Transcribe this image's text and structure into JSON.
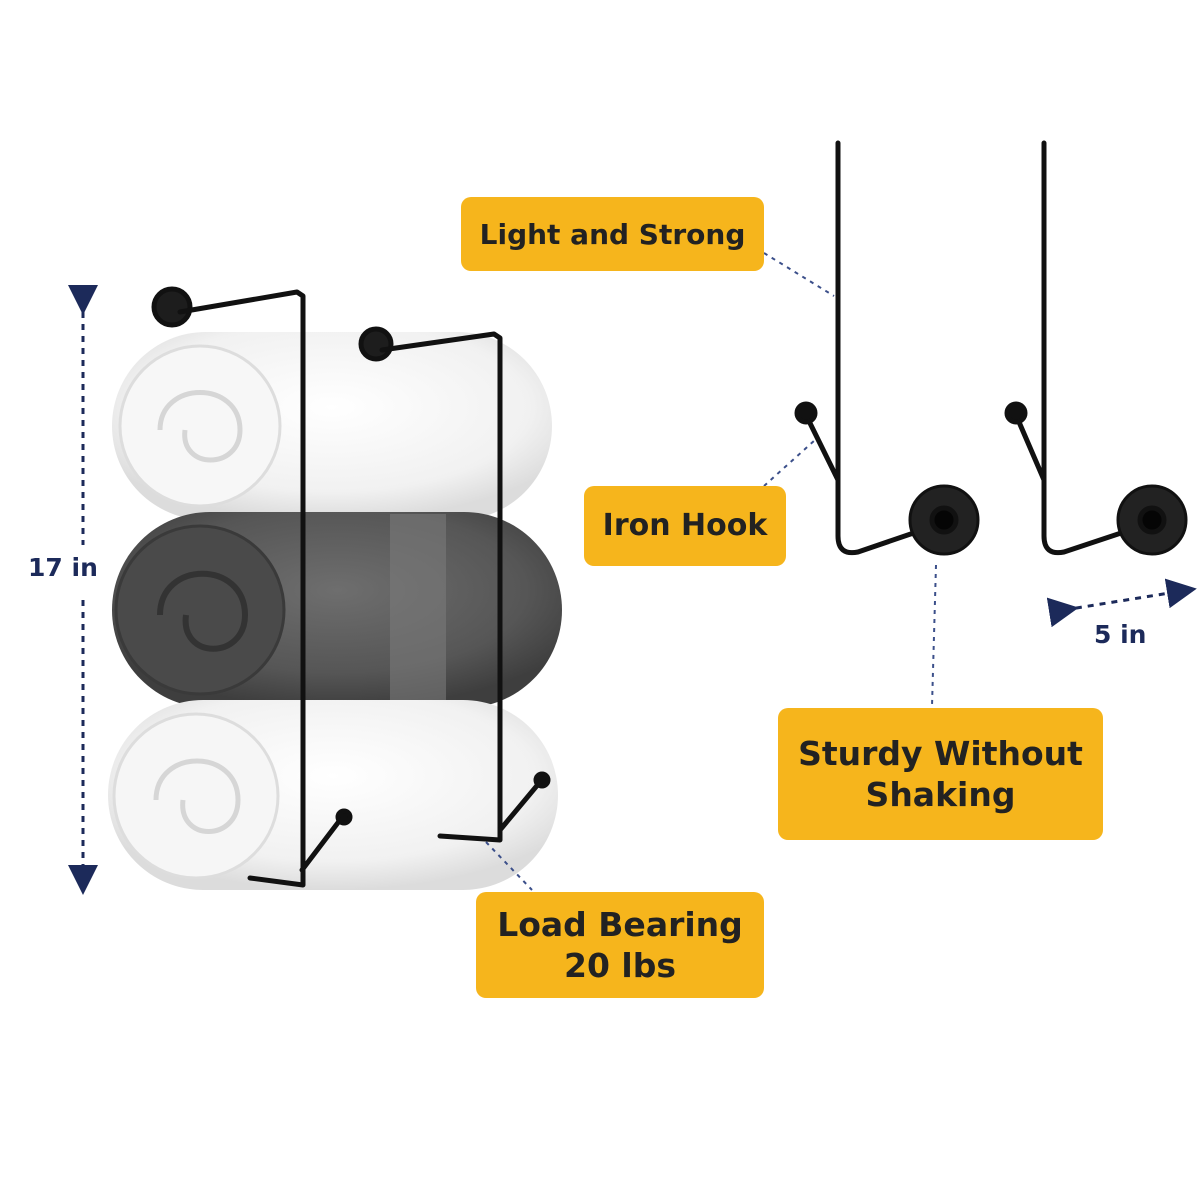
{
  "callouts": {
    "light_strong": "Light and Strong",
    "iron_hook": "Iron Hook",
    "sturdy_line1": "Sturdy Without",
    "sturdy_line2": "Shaking",
    "load_line1": "Load Bearing",
    "load_line2": "20 lbs"
  },
  "dimensions": {
    "height": "17 in",
    "width": "5 in"
  },
  "colors": {
    "label_bg": "#f6b51c",
    "dimension_arrow": "#1c2a5a",
    "rack_metal": "#111111",
    "towel_white": "#f2f2f2",
    "towel_gray": "#5c5c5c"
  },
  "icons": [
    "towel-rack-illustration",
    "wall-hook-illustration",
    "dimension-arrow-icon"
  ]
}
